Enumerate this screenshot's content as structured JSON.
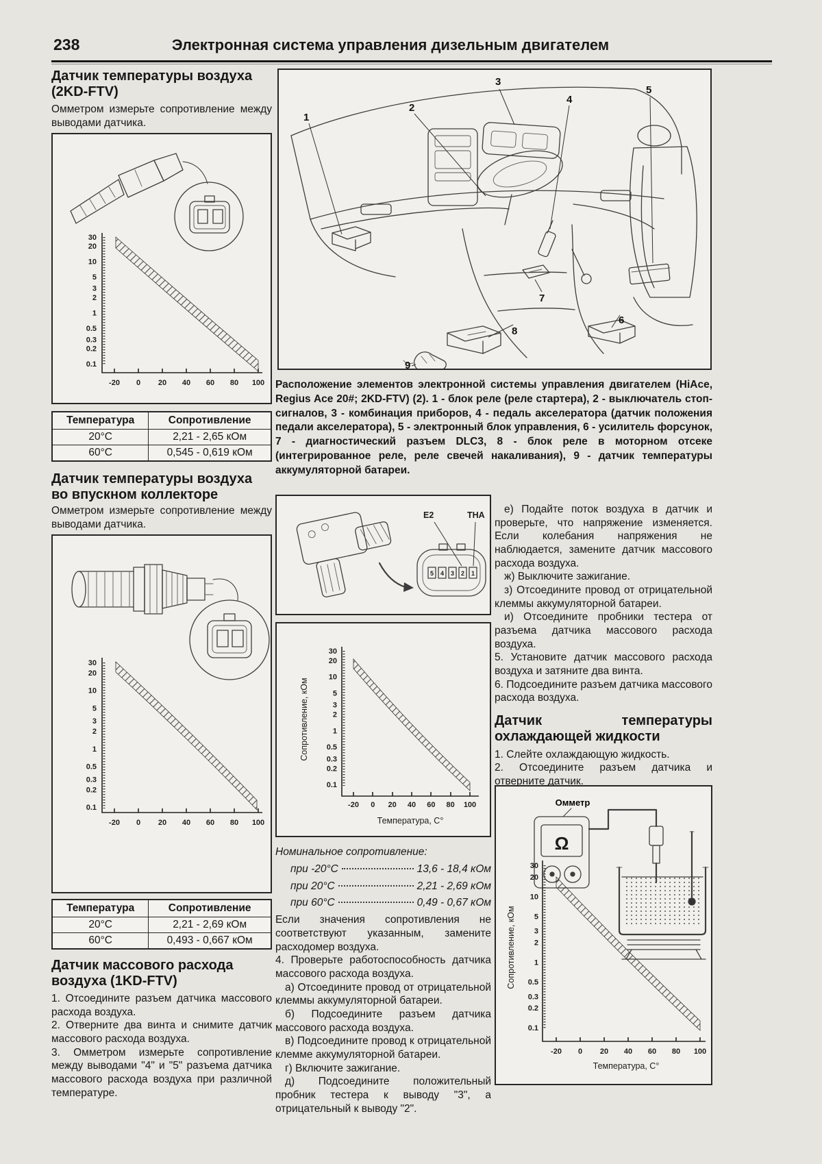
{
  "page": {
    "number": "238",
    "title": "Электронная система управления дизельным двигателем"
  },
  "left": {
    "section1": {
      "heading": "Датчик температуры воздуха (2KD-FTV)",
      "body": "Омметром измерьте сопротивление между выводами датчика."
    },
    "table1": {
      "headers": [
        "Температура",
        "Сопротивление"
      ],
      "rows": [
        [
          "20°С",
          "2,21 - 2,65 кОм"
        ],
        [
          "60°С",
          "0,545 - 0,619 кОм"
        ]
      ]
    },
    "section2": {
      "heading": "Датчик температуры воздуха во впускном коллекторе",
      "body": "Омметром измерьте сопротивление между выводами датчика."
    },
    "table2": {
      "headers": [
        "Температура",
        "Сопротивление"
      ],
      "rows": [
        [
          "20°С",
          "2,21 - 2,69 кОм"
        ],
        [
          "60°С",
          "0,493 - 0,667 кОм"
        ]
      ]
    },
    "section3": {
      "heading": "Датчик массового расхода воздуха (1KD-FTV)",
      "steps": [
        "1. Отсоедините разъем датчика массового расхода воздуха.",
        "2. Отверните два винта и снимите датчик массового расхода воздуха.",
        "3. Омметром измерьте сопротивление между выводами \"4\" и \"5\" разъема датчика массового расхода воздуха при различной температуре."
      ]
    }
  },
  "top_figure": {
    "caption": "Расположение элементов электронной системы управления двигателем (HiAce, Regius Ace 20#; 2KD-FTV) (2). 1 - блок реле (реле стартера), 2 - выключатель стоп-сигналов, 3 - комбинация приборов, 4 - педаль акселератора (датчик положения педали акселератора), 5 - электронный блок управления, 6 - усилитель форсунок, 7 - диагностический разъем DLC3, 8 - блок реле в моторном отсеке (интегрированное реле, реле свечей накаливания), 9 - датчик температуры аккумуляторной батареи.",
    "callouts": [
      "1",
      "2",
      "3",
      "4",
      "5",
      "6",
      "7",
      "8",
      "9"
    ]
  },
  "maf_figure": {
    "e2": "E2",
    "tha": "THA",
    "pins": [
      "5",
      "4",
      "3",
      "2",
      "1"
    ]
  },
  "chart": {
    "ylabel": "Сопротивление, кОм",
    "xlabel": "Температура, С°",
    "yticks": [
      "30",
      "20",
      "10",
      "5",
      "3",
      "2",
      "1",
      "0.5",
      "0.3",
      "0.2",
      "0.1"
    ],
    "xticks": [
      "-20",
      "0",
      "20",
      "40",
      "60",
      "80",
      "100"
    ]
  },
  "middle": {
    "nominal": {
      "title": "Номинальное сопротивление:",
      "lines": [
        {
          "cond": "при -20°С",
          "value": "13,6 - 18,4 кОм"
        },
        {
          "cond": "при 20°С",
          "value": "2,21 - 2,69 кОм"
        },
        {
          "cond": "при 60°С",
          "value": "0,49 - 0,67 кОм"
        }
      ]
    },
    "paragraph": "Если значения сопротивления не соответствуют указанным, замените расходомер воздуха.",
    "steps": [
      "4. Проверьте работоспособность датчика массового расхода воздуха.",
      "а) Отсоедините провод от отрицательной клеммы аккумуляторной батареи.",
      "б) Подсоедините разъем датчика массового расхода воздуха.",
      "в) Подсоедините провод к отрицательной клемме аккумуляторной батареи.",
      "г) Включите зажигание.",
      "д) Подсоедините положительный пробник тестера к выводу \"3\", а отрицательный к выводу \"2\"."
    ]
  },
  "right": {
    "steps": [
      "е) Подайте поток воздуха в датчик и проверьте, что напряжение изменяется. Если колебания напряжения не наблюдается, замените датчик массового расхода воздуха.",
      "ж) Выключите зажигание.",
      "з) Отсоедините провод от отрицательной клеммы аккумуляторной батареи.",
      "и) Отсоедините пробники тестера от разъема датчика массового расхода воздуха.",
      "5. Установите датчик массового расхода воздуха и затяните два винта.",
      "6. Подсоедините разъем датчика массового расхода воздуха."
    ],
    "coolant": {
      "heading": "Датчик температуры охлаждающей жидкости",
      "steps": [
        "1. Слейте охлаждающую жидкость.",
        "2. Отсоедините разъем датчика и отверните датчик."
      ]
    },
    "figure": {
      "ohmmeter_label": "Омметр",
      "omega": "Ω"
    }
  }
}
